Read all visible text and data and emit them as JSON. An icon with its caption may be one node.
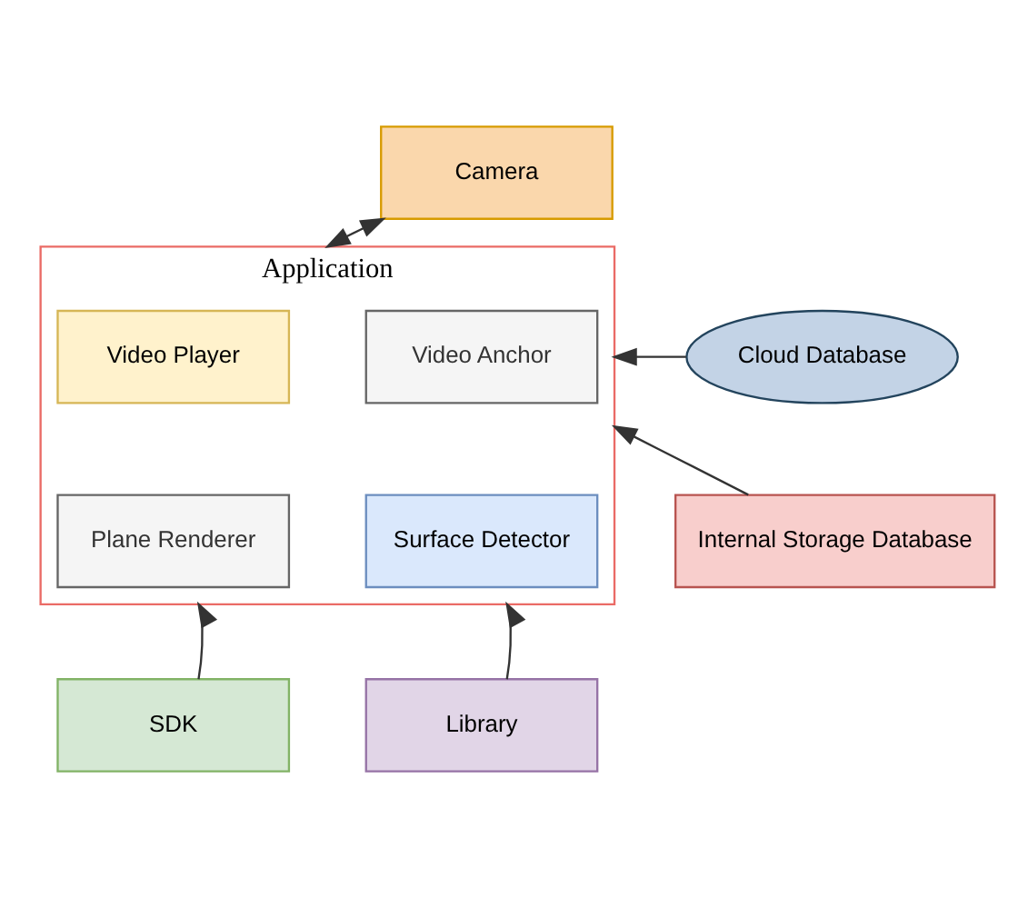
{
  "diagram": {
    "nodes": [
      {
        "text": [
          "Camera"
        ]
      },
      {
        "text": [
          "Application"
        ]
      },
      {
        "text": [
          "Video Player"
        ],
        "in": 1
      },
      {
        "text": [
          "Video Anchor"
        ],
        "in": 1
      },
      {
        "text": [
          "Plane Renderer"
        ],
        "in": 1
      },
      {
        "text": [
          "Surface Detector"
        ],
        "in": 1
      },
      {
        "text": [
          "Cloud Database"
        ]
      },
      {
        "text": [
          "Internal Storage Database"
        ]
      },
      {
        "text": [
          "SDK"
        ]
      },
      {
        "text": [
          "Library"
        ]
      }
    ],
    "edges": [
      {
        "from": 0,
        "to": 1,
        "arrow": "both"
      },
      {
        "from": 6,
        "to": 1,
        "arrow": "to"
      },
      {
        "from": 7,
        "to": 1,
        "arrow": "to"
      },
      {
        "from": 8,
        "to": 1,
        "arrow": "to"
      },
      {
        "from": 9,
        "to": 1,
        "arrow": "to"
      }
    ]
  }
}
